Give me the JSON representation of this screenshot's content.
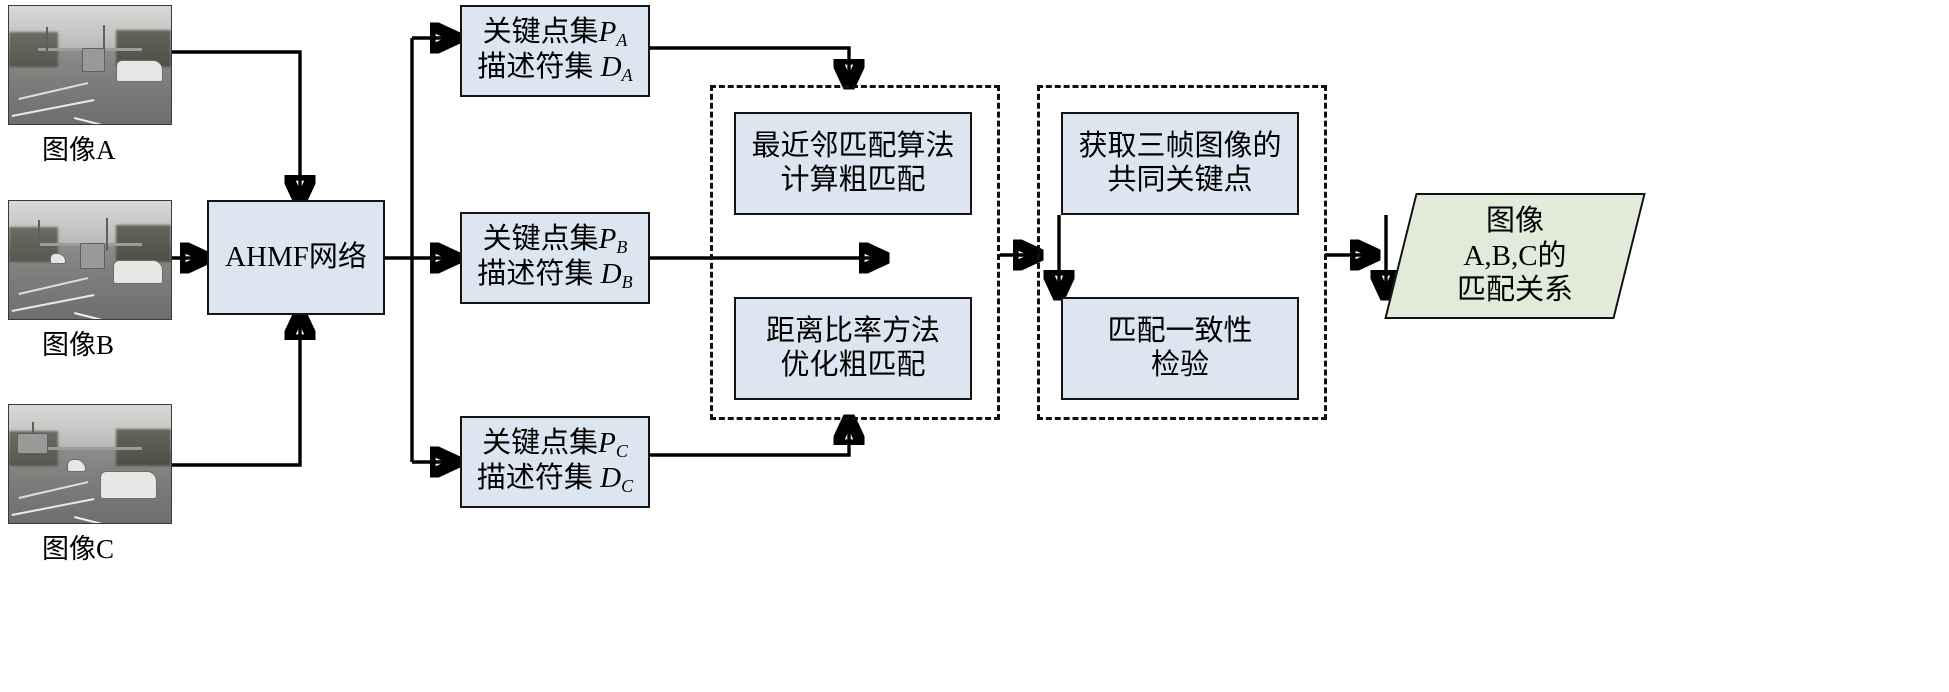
{
  "diagram": {
    "title": "AHMF network three-frame image keypoint matching flowchart",
    "colors": {
      "process_fill": "#dce6f1",
      "process_stroke": "#141414",
      "output_fill": "#e2ebd9",
      "dashed_stroke": "#111111",
      "arrow": "#000000",
      "background": "#ffffff"
    }
  },
  "inputs": [
    {
      "caption": "图像A",
      "icon": "road-scene-photo"
    },
    {
      "caption": "图像B",
      "icon": "road-scene-photo"
    },
    {
      "caption": "图像C",
      "icon": "road-scene-photo"
    }
  ],
  "network": {
    "label": "AHMF网络"
  },
  "keypoint_boxes": [
    {
      "line1_prefix": "关键点集",
      "line1_symbol": "P",
      "line1_sub": "A",
      "line2_prefix": "描述符集 ",
      "line2_symbol": "D",
      "line2_sub": "A"
    },
    {
      "line1_prefix": "关键点集",
      "line1_symbol": "P",
      "line1_sub": "B",
      "line2_prefix": "描述符集 ",
      "line2_symbol": "D",
      "line2_sub": "B"
    },
    {
      "line1_prefix": "关键点集",
      "line1_symbol": "P",
      "line1_sub": "C",
      "line2_prefix": "描述符集 ",
      "line2_symbol": "D",
      "line2_sub": "C"
    }
  ],
  "groups": [
    {
      "name": "coarse-matching-group",
      "steps": [
        {
          "line1": "最近邻匹配算法",
          "line2": "计算粗匹配"
        },
        {
          "line1": "距离比率方法",
          "line2": "优化粗匹配"
        }
      ]
    },
    {
      "name": "consistency-group",
      "steps": [
        {
          "line1": "获取三帧图像的",
          "line2": "共同关键点"
        },
        {
          "line1": "匹配一致性",
          "line2": "检验"
        }
      ]
    }
  ],
  "output": {
    "line1": "图像",
    "line2": "A,B,C的",
    "line3": "匹配关系"
  }
}
